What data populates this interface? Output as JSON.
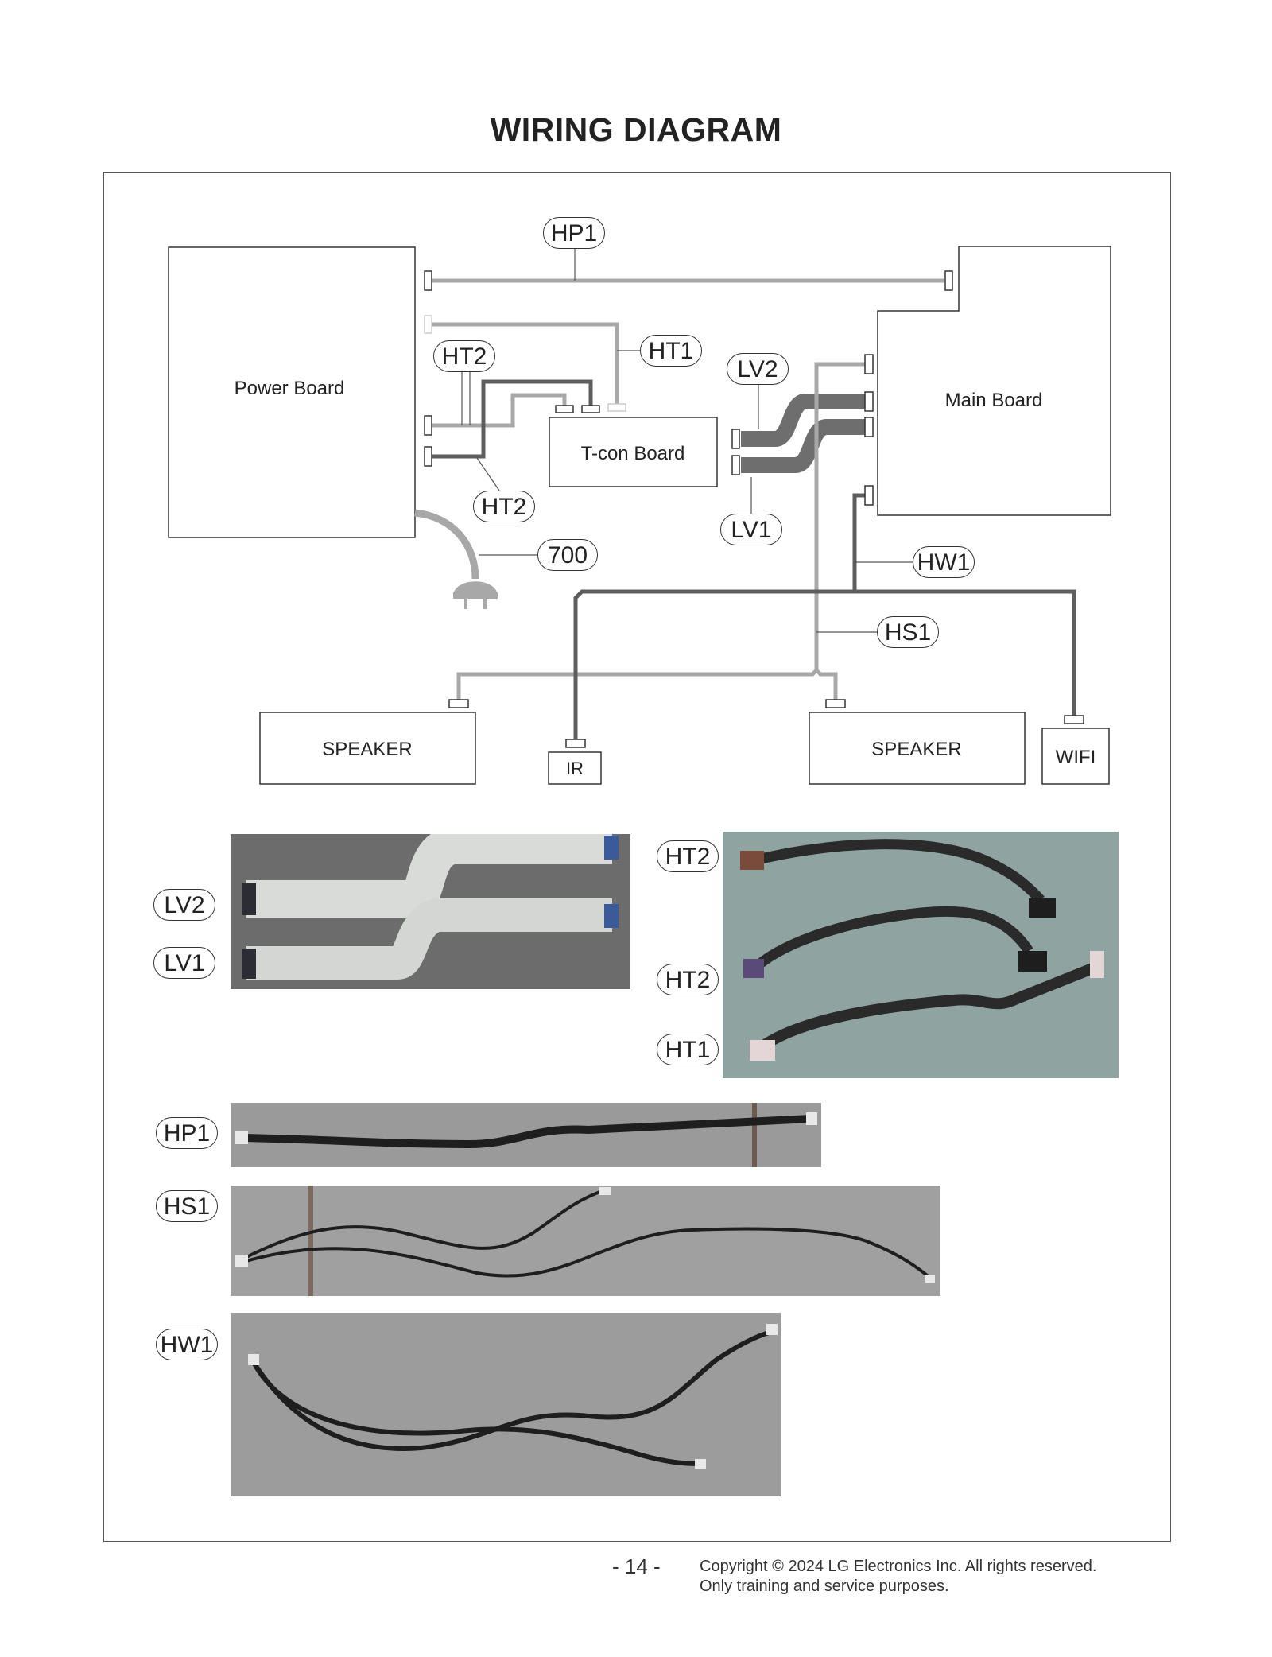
{
  "title": "WIRING DIAGRAM",
  "boards": {
    "power": "Power Board",
    "tcon": "T-con Board",
    "main": "Main Board",
    "speaker_left": "SPEAKER",
    "ir": "IR",
    "speaker_right": "SPEAKER",
    "wifi": "WIFI"
  },
  "cable_tags": {
    "hp1": "HP1",
    "ht1": "HT1",
    "ht2_top": "HT2",
    "ht2_bottom": "HT2",
    "lv2": "LV2",
    "lv1": "LV1",
    "power_cord": "700",
    "hw1": "HW1",
    "hs1": "HS1"
  },
  "photo_tags": {
    "lv2": "LV2",
    "lv1": "LV1",
    "ht2_a": "HT2",
    "ht2_b": "HT2",
    "ht1": "HT1",
    "hp1": "HP1",
    "hs1": "HS1",
    "hw1": "HW1"
  },
  "colors": {
    "cable_light": "#a8a8a8",
    "cable_mid": "#888888",
    "cable_dark": "#5e5e5e",
    "photo_gray_bg": "#8e8e8e",
    "photo_green_bg": "#8fa3a0",
    "photo_carpet_bg": "#6c6c6c"
  },
  "footer": {
    "page": "- 14 -",
    "copyright_line1": "Copyright © 2024 LG Electronics Inc. All rights reserved.",
    "copyright_line2": "Only training and service purposes."
  }
}
